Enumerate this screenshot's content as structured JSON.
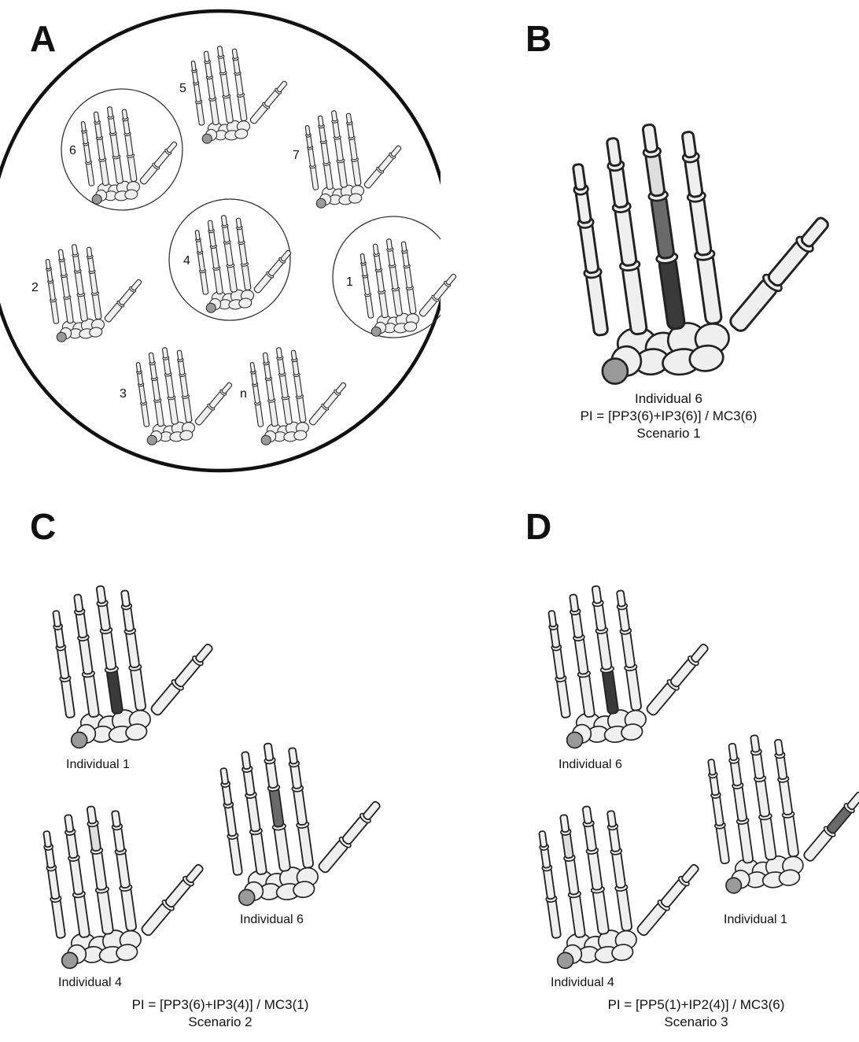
{
  "panels": {
    "A": {
      "letter": "A",
      "hand_labels": [
        "5",
        "6",
        "7",
        "2",
        "4",
        "1",
        "3",
        "n"
      ]
    },
    "B": {
      "letter": "B",
      "caption": [
        "Individual 6",
        "PI = [PP3(6)+IP3(6)] / MC3(6)",
        "Scenario 1"
      ]
    },
    "C": {
      "letter": "C",
      "individuals": [
        "Individual 1",
        "Individual 4",
        "Individual 6"
      ],
      "formula": "PI = [PP3(6)+IP3(4)] / MC3(1)",
      "scenario": "Scenario 2"
    },
    "D": {
      "letter": "D",
      "individuals": [
        "Individual 6",
        "Individual 4",
        "Individual 1"
      ],
      "formula": "PI = [PP5(1)+IP2(4)] / MC3(6)",
      "scenario": "Scenario 3"
    }
  },
  "colors": {
    "bone": "#efefef",
    "outline": "#222222",
    "metacarpal_highlight": "#3a3a3a",
    "proximal_phalanx_highlight": "#6a6a6a",
    "intermediate_phalanx_highlight": "#dedede"
  }
}
